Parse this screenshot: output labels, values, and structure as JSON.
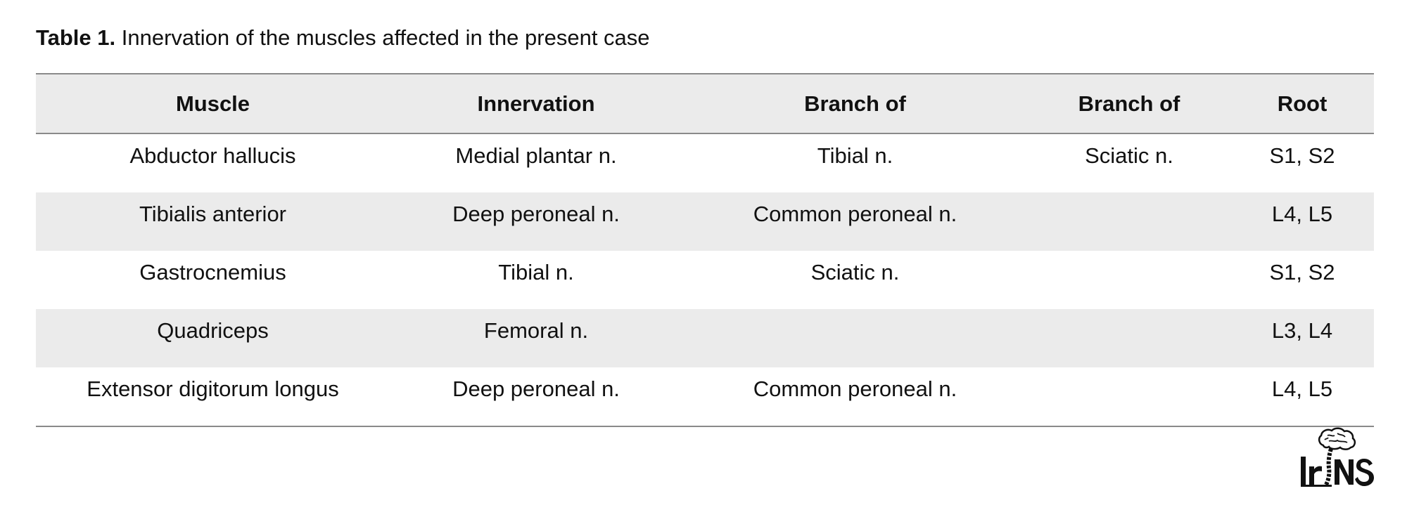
{
  "caption": {
    "label": "Table 1.",
    "text": " Innervation of the muscles affected in the present case"
  },
  "table": {
    "headers": [
      "Muscle",
      "Innervation",
      "Branch of",
      "Branch of",
      "Root"
    ],
    "rows": [
      [
        "Abductor hallucis",
        "Medial plantar n.",
        "Tibial n.",
        "Sciatic n.",
        "S1, S2"
      ],
      [
        "Tibialis anterior",
        "Deep peroneal n.",
        "Common peroneal n.",
        "",
        "L4, L5"
      ],
      [
        "Gastrocnemius",
        "Tibial n.",
        "Sciatic n.",
        "",
        "S1, S2"
      ],
      [
        "Quadriceps",
        "Femoral n.",
        "",
        "",
        "L3, L4"
      ],
      [
        "Extensor digitorum longus",
        "Deep peroneal n.",
        "Common peroneal n.",
        "",
        "L4, L5"
      ]
    ]
  },
  "logo": {
    "text": "IrNS",
    "icon": "brain-spine-logo-icon"
  }
}
